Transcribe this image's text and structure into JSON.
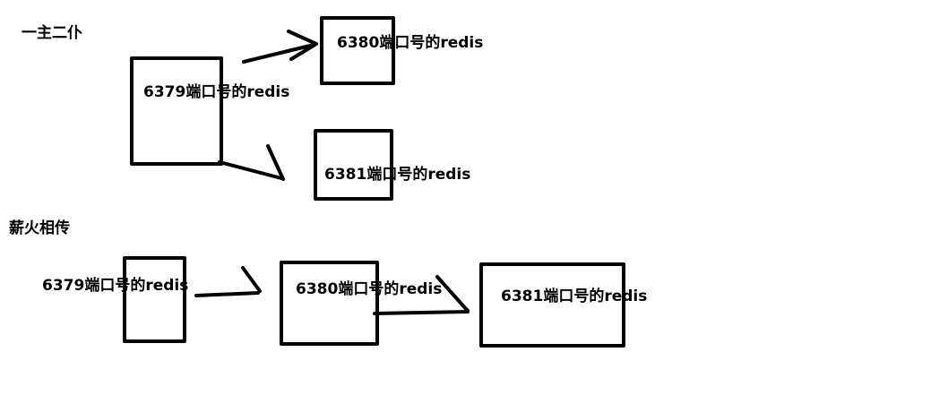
{
  "sections": {
    "one_master_two_slaves": {
      "title": "一主二仆",
      "master": "6379端口号的redis",
      "slave_a": "6380端口号的redis",
      "slave_b": "6381端口号的redis"
    },
    "chain": {
      "title": "薪火相传",
      "node_1": "6379端口号的redis",
      "node_2": "6380端口号的redis",
      "node_3": "6381端口号的redis"
    }
  },
  "colors": {
    "stroke": "#000000",
    "background": "#ffffff"
  }
}
